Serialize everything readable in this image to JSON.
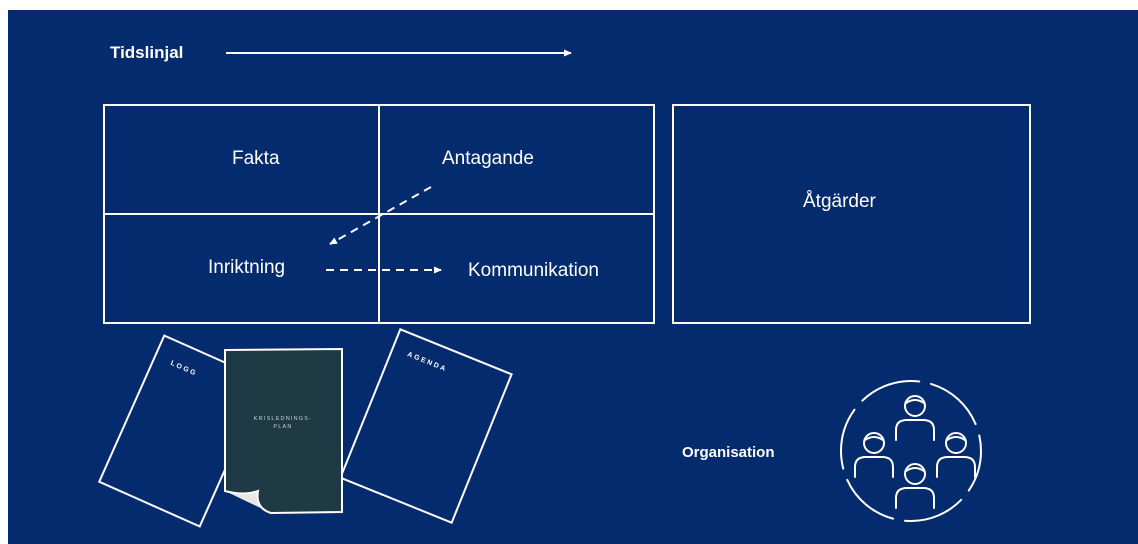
{
  "timeline": {
    "label": "Tidslinjal"
  },
  "matrix": {
    "fakta": "Fakta",
    "antagande": "Antagande",
    "inriktning": "Inriktning",
    "kommunikation": "Kommunikation"
  },
  "actions": {
    "label": "Åtgärder"
  },
  "documents": {
    "logg": "LOGG",
    "plan_line1": "KRISLEDNINGS-",
    "plan_line2": "PLAN",
    "agenda": "AGENDA"
  },
  "organisation": {
    "label": "Organisation"
  },
  "colors": {
    "background": "#042b6e",
    "foreground": "#ffffff",
    "document_dark": "#1e3a44"
  }
}
